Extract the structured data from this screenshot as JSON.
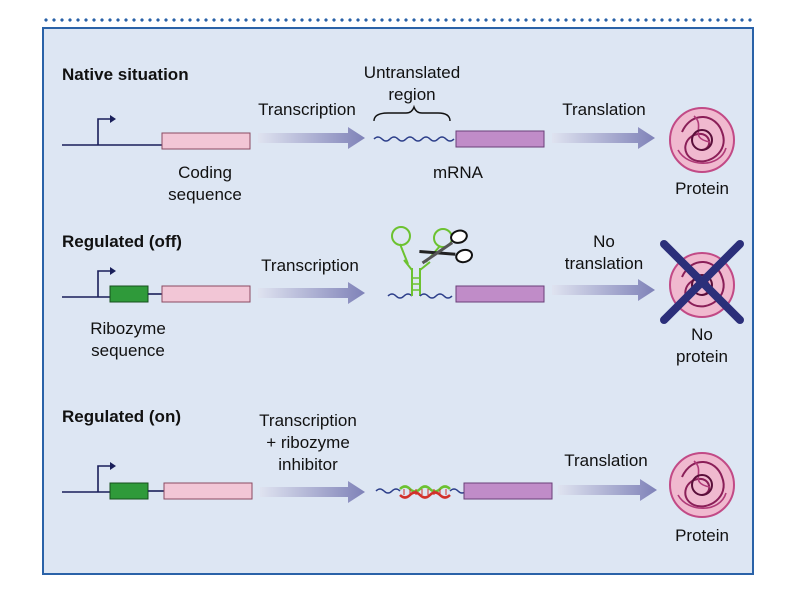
{
  "rows": [
    {
      "title": "Native situation",
      "gene_label": [
        "Coding",
        "sequence"
      ],
      "step_label": [
        "Transcription"
      ],
      "mrna_label": "mRNA",
      "utr_label": [
        "Untranslated",
        "region"
      ],
      "result_step": [
        "Translation"
      ],
      "result_label": [
        "Protein"
      ]
    },
    {
      "title": "Regulated (off)",
      "gene_label": [
        "Ribozyme",
        "sequence"
      ],
      "step_label": [
        "Transcription"
      ],
      "result_step": [
        "No",
        "translation"
      ],
      "result_label": [
        "No",
        "protein"
      ]
    },
    {
      "title": "Regulated (on)",
      "step_label": [
        "Transcription",
        "+ ribozyme",
        "inhibitor"
      ],
      "result_step": [
        "Translation"
      ],
      "result_label": [
        "Protein"
      ]
    }
  ],
  "colors": {
    "panel_bg": "#dde6f3",
    "border": "#2a62a8",
    "coding_sequence": "#f2c6d6",
    "mrna_coding": "#c08cc8",
    "ribozyme_gene": "#2f9a3a",
    "ribozyme_rna": "#7ccc3a",
    "arrow": "#8a8cc0",
    "protein": "#c24a86",
    "cross": "#2b2f7a",
    "inhibitor": "#d2302a"
  },
  "icons": [
    "promoter-arrow-icon",
    "scissors-icon",
    "protein-icon",
    "no-protein-cross-icon"
  ]
}
